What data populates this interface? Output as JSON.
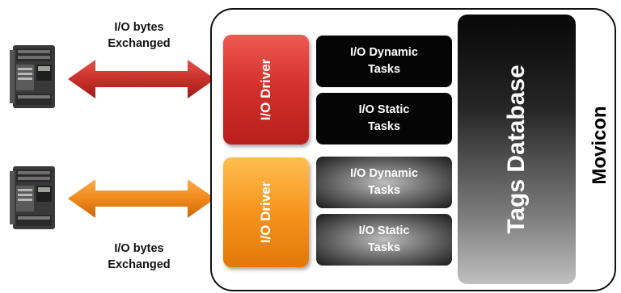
{
  "exchange_caption_top": {
    "line1": "I/O bytes",
    "line2": "Exchanged"
  },
  "exchange_caption_bottom": {
    "line1": "I/O bytes",
    "line2": "Exchanged"
  },
  "drivers": [
    {
      "label": "I/O Driver",
      "color": "#d6312c"
    },
    {
      "label": "I/O Driver",
      "color": "#f7941d"
    }
  ],
  "tasks": [
    {
      "line1": "I/O Dynamic",
      "line2": "Tasks"
    },
    {
      "line1": "I/O Static",
      "line2": "Tasks"
    },
    {
      "line1": "I/O Dynamic",
      "line2": "Tasks"
    },
    {
      "line1": "I/O Static",
      "line2": "Tasks"
    }
  ],
  "tags_database": {
    "label": "Tags Database"
  },
  "app": {
    "label": "Movicon"
  },
  "icons": {
    "device": "plc-device-icon",
    "link": "double-arrow-icon"
  },
  "colors": {
    "red_arrow": "#c8302a",
    "orange_arrow": "#f08a1c"
  }
}
